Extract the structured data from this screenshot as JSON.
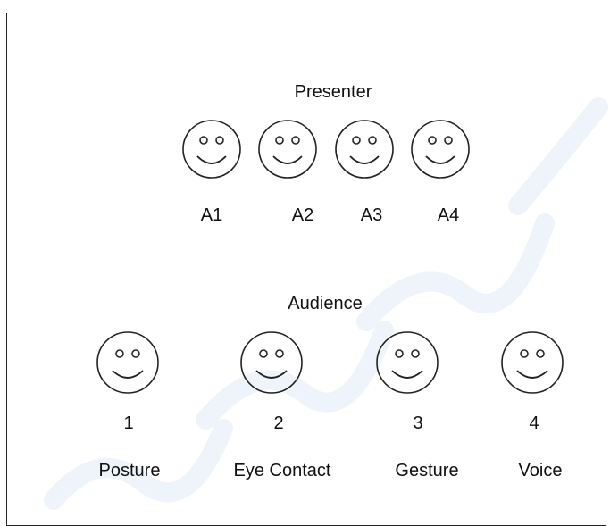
{
  "presenter": {
    "title": "Presenter",
    "members": [
      "A1",
      "A2",
      "A3",
      "A4"
    ]
  },
  "audience": {
    "title": "Audience",
    "members": [
      {
        "number": "1",
        "label": "Posture"
      },
      {
        "number": "2",
        "label": "Eye Contact"
      },
      {
        "number": "3",
        "label": "Gesture"
      },
      {
        "number": "4",
        "label": "Voice"
      }
    ]
  },
  "icons": {
    "face": "smiley-face-icon"
  },
  "colors": {
    "stroke": "#222222",
    "watermark": "#eef4fa"
  }
}
